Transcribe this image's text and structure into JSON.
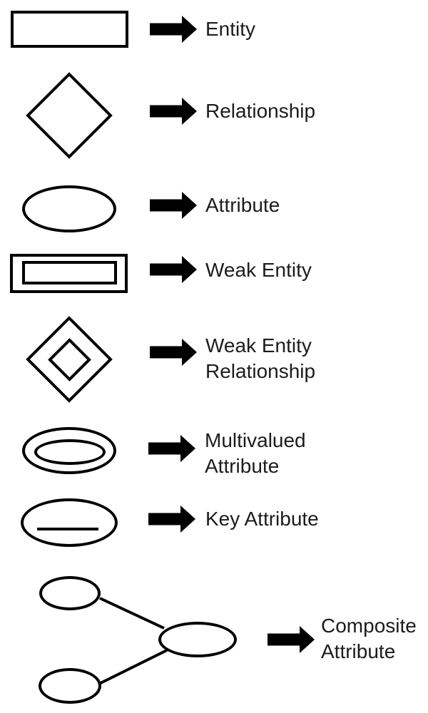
{
  "legend": {
    "rows": [
      {
        "symbol": "rectangle",
        "label": "Entity"
      },
      {
        "symbol": "diamond",
        "label": "Relationship"
      },
      {
        "symbol": "ellipse",
        "label": "Attribute"
      },
      {
        "symbol": "double-rectangle",
        "label": "Weak Entity"
      },
      {
        "symbol": "double-diamond",
        "label": "Weak Entity\nRelationship"
      },
      {
        "symbol": "double-ellipse",
        "label": "Multivalued\nAttribute"
      },
      {
        "symbol": "ellipse-underline",
        "label": "Key Attribute"
      },
      {
        "symbol": "linked-ellipses",
        "label": "Composite\nAttribute"
      }
    ],
    "colors": {
      "shape_stroke": "#000000",
      "arrow_fill": "#000000",
      "text": "#1c1c1c",
      "background": "#ffffff"
    }
  }
}
